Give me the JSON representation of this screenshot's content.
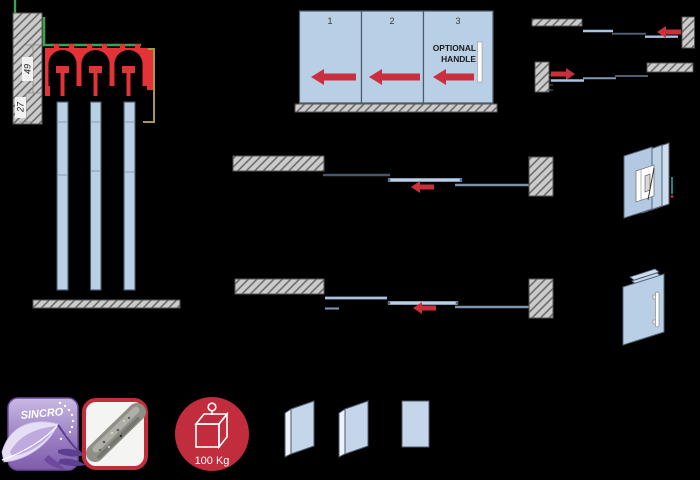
{
  "section_view": {
    "track_height_dim": "49",
    "wall_dim": "27"
  },
  "elevation_view": {
    "panel_labels": [
      "1",
      "2",
      "3"
    ],
    "optional_handle": {
      "line1": "OPTIONAL",
      "line2": "HANDLE"
    }
  },
  "features": {
    "sincro_label": "SINCRO",
    "max_weight": "100 Kg"
  },
  "colors": {
    "door_panel_blue": "#b9cfe6",
    "arrow_red": "#c9303c",
    "track_profile_red": "#e33238",
    "ceiling_profile_green": "#3fa14e",
    "fascia_profile_olive": "#a89b3c",
    "sincro_purple": "#7e5cab",
    "weight_badge_red": "#c22d3d",
    "hatch_gray": "#cbcbcb",
    "background": "#000000"
  }
}
